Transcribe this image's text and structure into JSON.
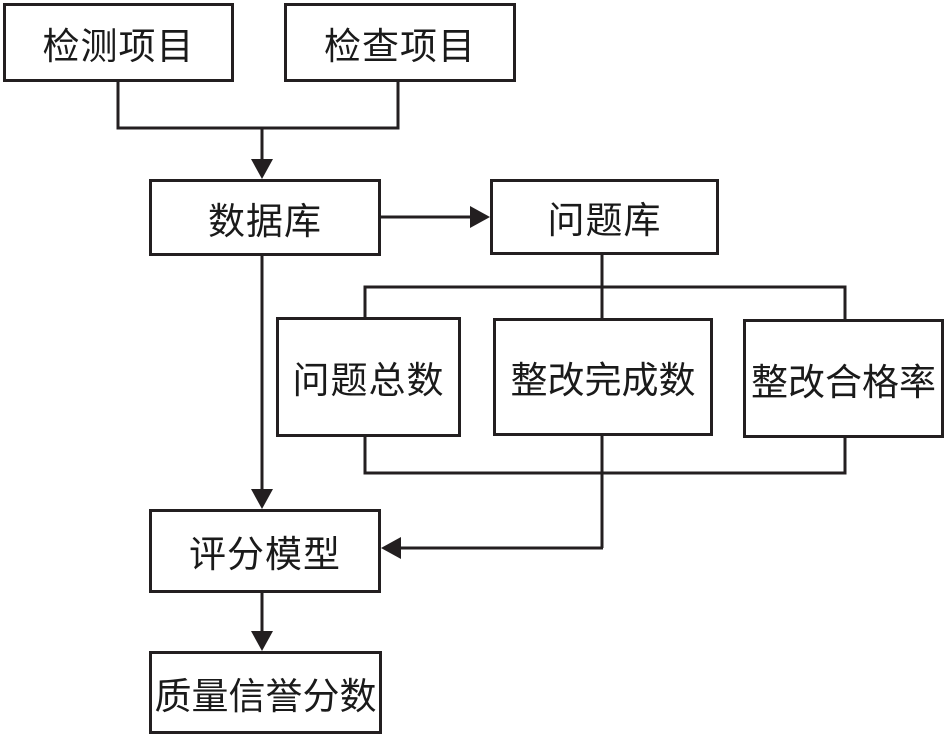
{
  "diagram": {
    "background_color": "#ffffff",
    "line_color": "#231f20",
    "text_color": "#1a1a1a",
    "node_fill": "#ffffff",
    "nodes": [
      {
        "id": "detection-project",
        "label": "检测项目"
      },
      {
        "id": "inspection-project",
        "label": "检查项目"
      },
      {
        "id": "database",
        "label": "数据库"
      },
      {
        "id": "problem-library",
        "label": "问题库"
      },
      {
        "id": "total-problems",
        "label": "问题总数"
      },
      {
        "id": "rectification-completed",
        "label": "整改完成数"
      },
      {
        "id": "rectification-pass-rate",
        "label": "整改合格率"
      },
      {
        "id": "scoring-model",
        "label": "评分模型"
      },
      {
        "id": "quality-reputation-score",
        "label": "质量信誉分数"
      }
    ],
    "edges": [
      {
        "from": "detection-project",
        "to": "database",
        "arrow": true
      },
      {
        "from": "inspection-project",
        "to": "database",
        "arrow": true
      },
      {
        "from": "database",
        "to": "problem-library",
        "arrow": true
      },
      {
        "from": "problem-library",
        "to": "total-problems",
        "arrow": false
      },
      {
        "from": "problem-library",
        "to": "rectification-completed",
        "arrow": false
      },
      {
        "from": "problem-library",
        "to": "rectification-pass-rate",
        "arrow": false
      },
      {
        "from": "total-problems",
        "to": "scoring-model",
        "arrow": true
      },
      {
        "from": "rectification-completed",
        "to": "scoring-model",
        "arrow": true
      },
      {
        "from": "rectification-pass-rate",
        "to": "scoring-model",
        "arrow": true
      },
      {
        "from": "database",
        "to": "scoring-model",
        "arrow": true
      },
      {
        "from": "scoring-model",
        "to": "quality-reputation-score",
        "arrow": true
      }
    ]
  }
}
